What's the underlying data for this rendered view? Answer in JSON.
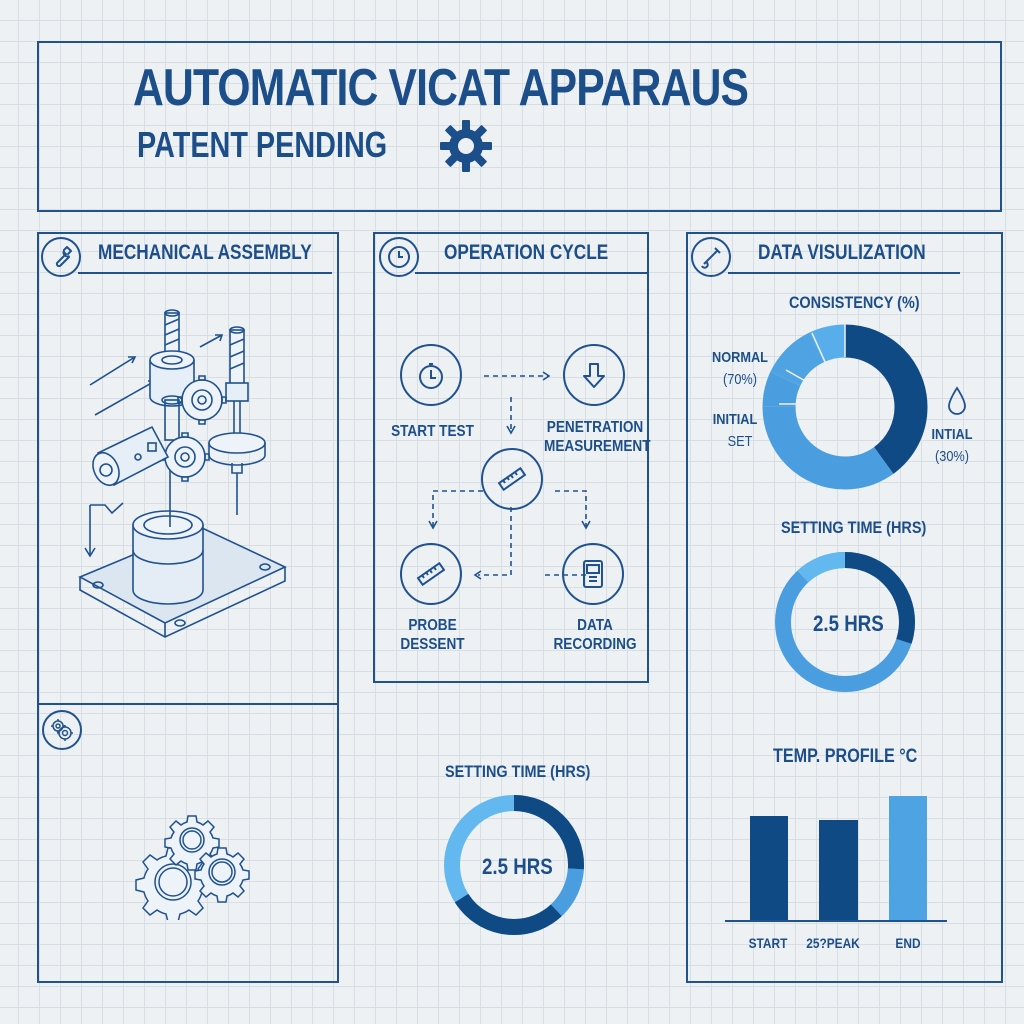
{
  "header": {
    "title": "AUTOMATIC VICAT APPARAUS",
    "subtitle": "PATENT PENDING",
    "icon": "gear-icon"
  },
  "panels": {
    "mechanical": {
      "title": "MECHANICAL ASSEMBLY",
      "icon": "wrench-icon",
      "illustration": "vicat-apparatus-isometric-drawing",
      "sub_icon": "gears-icon",
      "sub_illustration": "three-gears-drawing"
    },
    "operation": {
      "title": "OPERATION CYCLE",
      "icon": "clock-icon",
      "steps": [
        {
          "label": "START TEST",
          "icon": "stopwatch-icon"
        },
        {
          "label_line1": "PENETRATION",
          "label_line2": "MEASUREMENT",
          "icon": "down-arrow-icon"
        },
        {
          "label": "",
          "icon": "ruler-icon"
        },
        {
          "label_line1": "PROBE",
          "label_line2": "DESSENT",
          "icon": "ruler-icon"
        },
        {
          "label_line1": "DATA",
          "label_line2": "RECORDING",
          "icon": "storage-device-icon"
        }
      ],
      "setting_time": {
        "title": "SETTING TIME (HRS)",
        "center_label": "2.5 HRS"
      }
    },
    "data_viz": {
      "title": "DATA VISULIZATION",
      "icon": "probe-icon",
      "consistency": {
        "title": "CONSISTENCY (%)",
        "left_label_1_line1": "NORMAL",
        "left_label_1_line2": "(70%)",
        "left_label_2_line1": "INITIAL",
        "left_label_2_line2": "SET",
        "right_label_line1": "INTIAL",
        "right_label_line2": "(30%)",
        "right_icon": "water-drop-icon"
      },
      "setting_time": {
        "title": "SETTING TIME (HRS)",
        "center_label": "2.5 HRS"
      },
      "temp_profile": {
        "title": "TEMP. PROFILE °C",
        "categories": [
          "START",
          "25?PEAK",
          "END"
        ]
      }
    }
  },
  "colors": {
    "ink": "#1f528f",
    "dark_blue": "#0f4a85",
    "mid_blue": "#4a9ee0",
    "light_blue": "#5fb6ef",
    "background": "#eef1f4"
  },
  "chart_data": [
    {
      "type": "pie",
      "title": "CONSISTENCY (%)",
      "donut": true,
      "labels": [
        "Initial (30%)",
        "Initial Set",
        "Normal (70%) a",
        "Normal (70%) b",
        "Normal (70%) c"
      ],
      "values": [
        40,
        35,
        7,
        11,
        7
      ],
      "annotations": [
        "NORMAL (70%)",
        "INITIAL SET",
        "INTIAL (30%)"
      ]
    },
    {
      "type": "pie",
      "title": "SETTING TIME (HRS)",
      "donut": true,
      "center_label": "2.5 HRS",
      "labels": [
        "dark",
        "mid",
        "light"
      ],
      "values": [
        30,
        58,
        12
      ],
      "panel": "data_viz"
    },
    {
      "type": "pie",
      "title": "SETTING TIME (HRS)",
      "donut": true,
      "center_label": "2.5 HRS",
      "labels": [
        "dark-top",
        "mid",
        "dark-bottom",
        "light"
      ],
      "values": [
        26,
        12,
        28,
        34
      ],
      "panel": "operation"
    },
    {
      "type": "bar",
      "title": "TEMP. PROFILE °C",
      "categories": [
        "START",
        "25?PEAK",
        "END"
      ],
      "values": [
        60,
        58,
        72
      ],
      "xlabel": "",
      "ylabel": "°C",
      "grid": false
    }
  ]
}
